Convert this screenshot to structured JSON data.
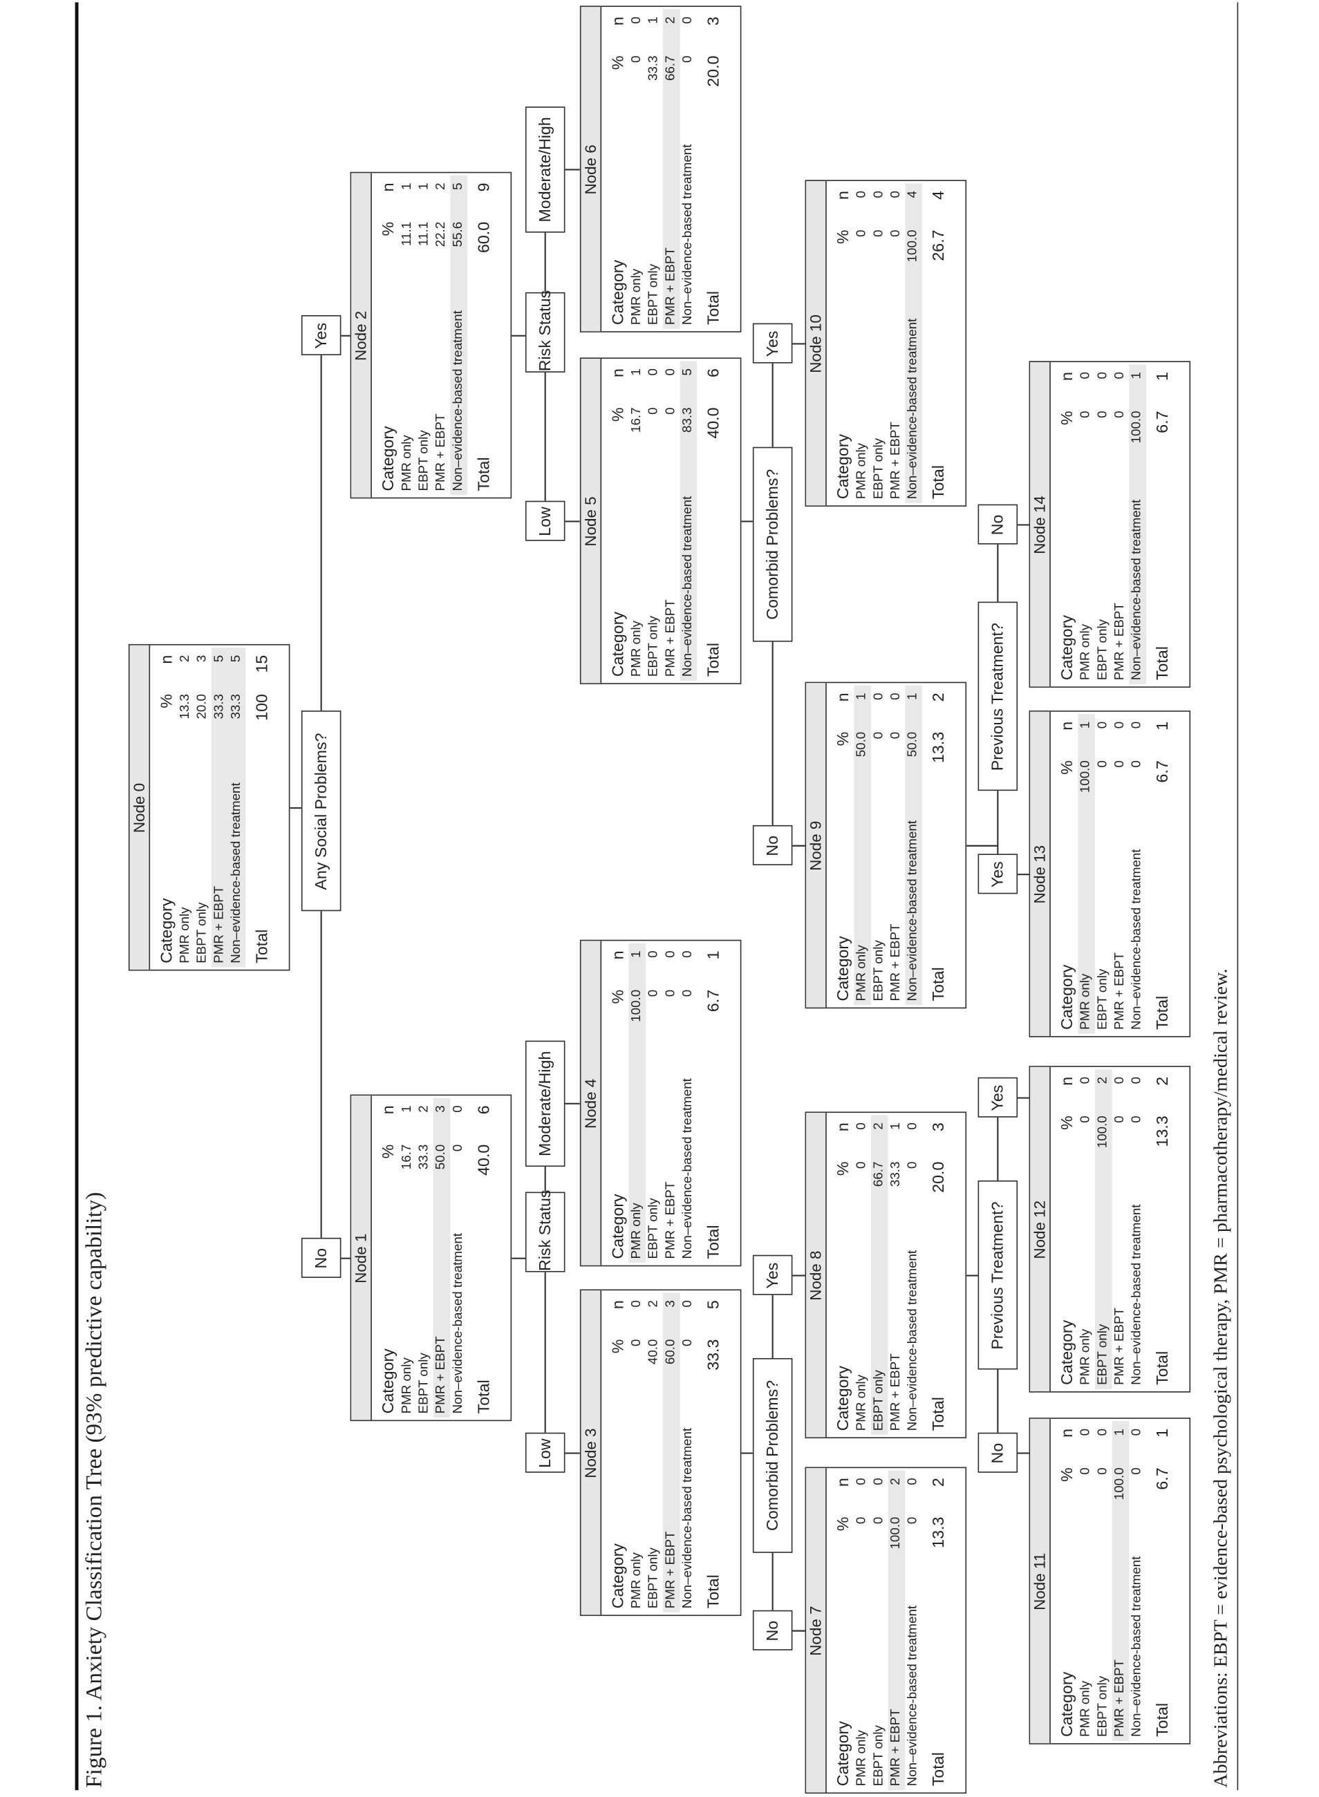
{
  "title": "Figure 1. Anxiety Classification Tree (93% predictive capability)",
  "abbreviations": "Abbreviations: EBPT = evidence-based psychological therapy, PMR = pharmacotherapy/medical review.",
  "table_headers": {
    "category": "Category",
    "percent": "%",
    "n": "n",
    "total": "Total"
  },
  "categories": [
    "PMR only",
    "EBPT only",
    "PMR + EBPT",
    "Non–evidence-based treatment"
  ],
  "nodes": [
    {
      "name": "Node 0",
      "rows": [
        [
          "13.3",
          "2"
        ],
        [
          "20.0",
          "3"
        ],
        [
          "33.3",
          "5"
        ],
        [
          "33.3",
          "5"
        ]
      ],
      "total": [
        "100",
        "15"
      ],
      "highlight": [
        2,
        3
      ]
    },
    {
      "name": "Node 1",
      "rows": [
        [
          "16.7",
          "1"
        ],
        [
          "33.3",
          "2"
        ],
        [
          "50.0",
          "3"
        ],
        [
          "0",
          "0"
        ]
      ],
      "total": [
        "40.0",
        "6"
      ],
      "highlight": [
        2
      ]
    },
    {
      "name": "Node 2",
      "rows": [
        [
          "11.1",
          "1"
        ],
        [
          "11.1",
          "1"
        ],
        [
          "22.2",
          "2"
        ],
        [
          "55.6",
          "5"
        ]
      ],
      "total": [
        "60.0",
        "9"
      ],
      "highlight": [
        3
      ]
    },
    {
      "name": "Node 3",
      "rows": [
        [
          "0",
          "0"
        ],
        [
          "40.0",
          "2"
        ],
        [
          "60.0",
          "3"
        ],
        [
          "0",
          "0"
        ]
      ],
      "total": [
        "33.3",
        "5"
      ],
      "highlight": [
        2
      ]
    },
    {
      "name": "Node 4",
      "rows": [
        [
          "100.0",
          "1"
        ],
        [
          "0",
          "0"
        ],
        [
          "0",
          "0"
        ],
        [
          "0",
          "0"
        ]
      ],
      "total": [
        "6.7",
        "1"
      ],
      "highlight": [
        0
      ]
    },
    {
      "name": "Node 5",
      "rows": [
        [
          "16.7",
          "1"
        ],
        [
          "0",
          "0"
        ],
        [
          "0",
          "0"
        ],
        [
          "83.3",
          "5"
        ]
      ],
      "total": [
        "40.0",
        "6"
      ],
      "highlight": [
        3
      ]
    },
    {
      "name": "Node 6",
      "rows": [
        [
          "0",
          "0"
        ],
        [
          "33.3",
          "1"
        ],
        [
          "66.7",
          "2"
        ],
        [
          "0",
          "0"
        ]
      ],
      "total": [
        "20.0",
        "3"
      ],
      "highlight": [
        2
      ]
    },
    {
      "name": "Node 7",
      "rows": [
        [
          "0",
          "0"
        ],
        [
          "0",
          "0"
        ],
        [
          "100.0",
          "2"
        ],
        [
          "0",
          "0"
        ]
      ],
      "total": [
        "13.3",
        "2"
      ],
      "highlight": [
        2
      ]
    },
    {
      "name": "Node 8",
      "rows": [
        [
          "0",
          "0"
        ],
        [
          "66.7",
          "2"
        ],
        [
          "33.3",
          "1"
        ],
        [
          "0",
          "0"
        ]
      ],
      "total": [
        "20.0",
        "3"
      ],
      "highlight": [
        1
      ]
    },
    {
      "name": "Node 9",
      "rows": [
        [
          "50.0",
          "1"
        ],
        [
          "0",
          "0"
        ],
        [
          "0",
          "0"
        ],
        [
          "50.0",
          "1"
        ]
      ],
      "total": [
        "13.3",
        "2"
      ],
      "highlight": [
        0,
        3
      ]
    },
    {
      "name": "Node 10",
      "rows": [
        [
          "0",
          "0"
        ],
        [
          "0",
          "0"
        ],
        [
          "0",
          "0"
        ],
        [
          "100.0",
          "4"
        ]
      ],
      "total": [
        "26.7",
        "4"
      ],
      "highlight": [
        3
      ]
    },
    {
      "name": "Node 11",
      "rows": [
        [
          "0",
          "0"
        ],
        [
          "0",
          "0"
        ],
        [
          "100.0",
          "1"
        ],
        [
          "0",
          "0"
        ]
      ],
      "total": [
        "6.7",
        "1"
      ],
      "highlight": [
        2
      ]
    },
    {
      "name": "Node 12",
      "rows": [
        [
          "0",
          "0"
        ],
        [
          "100.0",
          "2"
        ],
        [
          "0",
          "0"
        ],
        [
          "0",
          "0"
        ]
      ],
      "total": [
        "13.3",
        "2"
      ],
      "highlight": [
        1
      ]
    },
    {
      "name": "Node 13",
      "rows": [
        [
          "100.0",
          "1"
        ],
        [
          "0",
          "0"
        ],
        [
          "0",
          "0"
        ],
        [
          "0",
          "0"
        ]
      ],
      "total": [
        "6.7",
        "1"
      ],
      "highlight": [
        0
      ]
    },
    {
      "name": "Node 14",
      "rows": [
        [
          "0",
          "0"
        ],
        [
          "0",
          "0"
        ],
        [
          "0",
          "0"
        ],
        [
          "100.0",
          "1"
        ]
      ],
      "total": [
        "6.7",
        "1"
      ],
      "highlight": [
        3
      ]
    }
  ],
  "splits": [
    {
      "parent": 0,
      "label": "Any Social Problems?",
      "branches": [
        {
          "child": 1,
          "label": "No"
        },
        {
          "child": 2,
          "label": "Yes"
        }
      ]
    },
    {
      "parent": 1,
      "label": "Risk Status",
      "branches": [
        {
          "child": 3,
          "label": "Low"
        },
        {
          "child": 4,
          "label": "Moderate/High"
        }
      ]
    },
    {
      "parent": 2,
      "label": "Risk Status",
      "branches": [
        {
          "child": 5,
          "label": "Low"
        },
        {
          "child": 6,
          "label": "Moderate/High"
        }
      ]
    },
    {
      "parent": 3,
      "label": "Comorbid Problems?",
      "branches": [
        {
          "child": 7,
          "label": "No"
        },
        {
          "child": 8,
          "label": "Yes"
        }
      ]
    },
    {
      "parent": 5,
      "label": "Comorbid Problems?",
      "branches": [
        {
          "child": 9,
          "label": "No"
        },
        {
          "child": 10,
          "label": "Yes"
        }
      ]
    },
    {
      "parent": 8,
      "label": "Previous Treatment?",
      "branches": [
        {
          "child": 11,
          "label": "No"
        },
        {
          "child": 12,
          "label": "Yes"
        }
      ]
    },
    {
      "parent": 9,
      "label": "Previous Treatment?",
      "branches": [
        {
          "child": 13,
          "label": "Yes"
        },
        {
          "child": 14,
          "label": "No"
        }
      ]
    }
  ]
}
